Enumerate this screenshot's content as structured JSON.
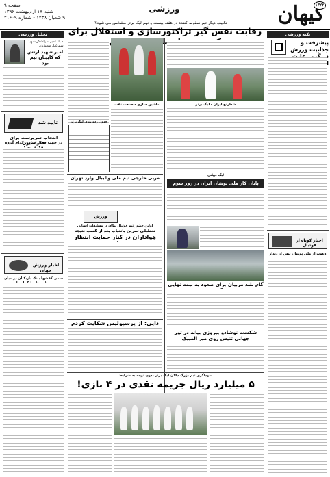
{
  "masthead": {
    "logo_text": "کیهان",
    "logo_seal": "۱۳۲۲",
    "section_title": "ورزشی",
    "page_line": "صفحه ۹",
    "date_line": "شنبه ۱۸ اردیبهشت ۱۳۹۶",
    "issue_line": "۹ شعبان ۱۴۳۸ - شماره ۲۱۶۰۹"
  },
  "lead": {
    "kicker": "تکلیف دیگر تیم سقوط کننده در هفته بیست و نهم لیگ برتر مشخص می شود؟",
    "headline": "رقابت نفس گیر تراکتورسازی و استقلال برای کسب عنوان نایب قهرمانی"
  },
  "left_column": {
    "top_label": "تحلیل ورزشی",
    "profile_caption": "به یاد امیر سرلشکر شهید اسماعیل سعیدیان",
    "profile_name": "امیر شهید ارتش که کاپیتان تیم بود",
    "promo_banner": "تایید شد",
    "question_headline": "انتخاب سرپرست برای فدراسیون",
    "question_sub": "در جهت فعال سازی کدام گروه فکری بود؟",
    "world_banner": "اخبار ورزش جهان",
    "world_headline": "سمی کفشها بانک بازیکنان در میان ستاره های لیگ اروپا"
  },
  "right_column": {
    "header": "نکته ورزشی",
    "headline": "پیشرفت و جذابیت ورزش در گرو رعایت اخلاق",
    "bottom_banner": "اخبار کوتاه از فوتبال",
    "bottom_headline": "دعوت از ملی پوشان پیش از دیدار"
  },
  "middle": {
    "left_subhead": "ماشین سازی - صنعت نفت",
    "center_subhead": "شطرنج ایران - لیگ برتر",
    "table_title": "جدول رده بندی لیگ برتر",
    "volleyball_headline": "مربی خارجی تیم ملی والیبال وارد تهران شد",
    "football_league_kicker": "اولین حضور تیم فوتبال پیکان در مسابقات آسیایی",
    "football_league_head": "تعطیلی تمرین بانتیاب بعد از کسب نتیجه",
    "football_league_sub": "هواداران در کنار حمایت انتظار دارند",
    "perspolis_headline": "دایی: از پرسپولیس شکایت کردم",
    "ice_hockey_label": "لیگ جهانی",
    "ice_hockey_headline": "پایان کار ملی پوشان ایران در روز سوم بدون کسب مدال",
    "stadium_headline": "گام بلند مربیان برای صعود به نیمه نهایی کشتی",
    "wrestling_headline": "شکست نوشادو پیروزی بیانه در تور جهانی تنیس روی میز المپیک",
    "bottom_kicker": "سوداگری تیم بزرگ دالان لیگ برتر بدون توجه به شرایط",
    "bottom_headline": "۵ میلیارد ریال جریمه نقدی در ۴ بازی!",
    "sport_box_label": "ورزش"
  }
}
